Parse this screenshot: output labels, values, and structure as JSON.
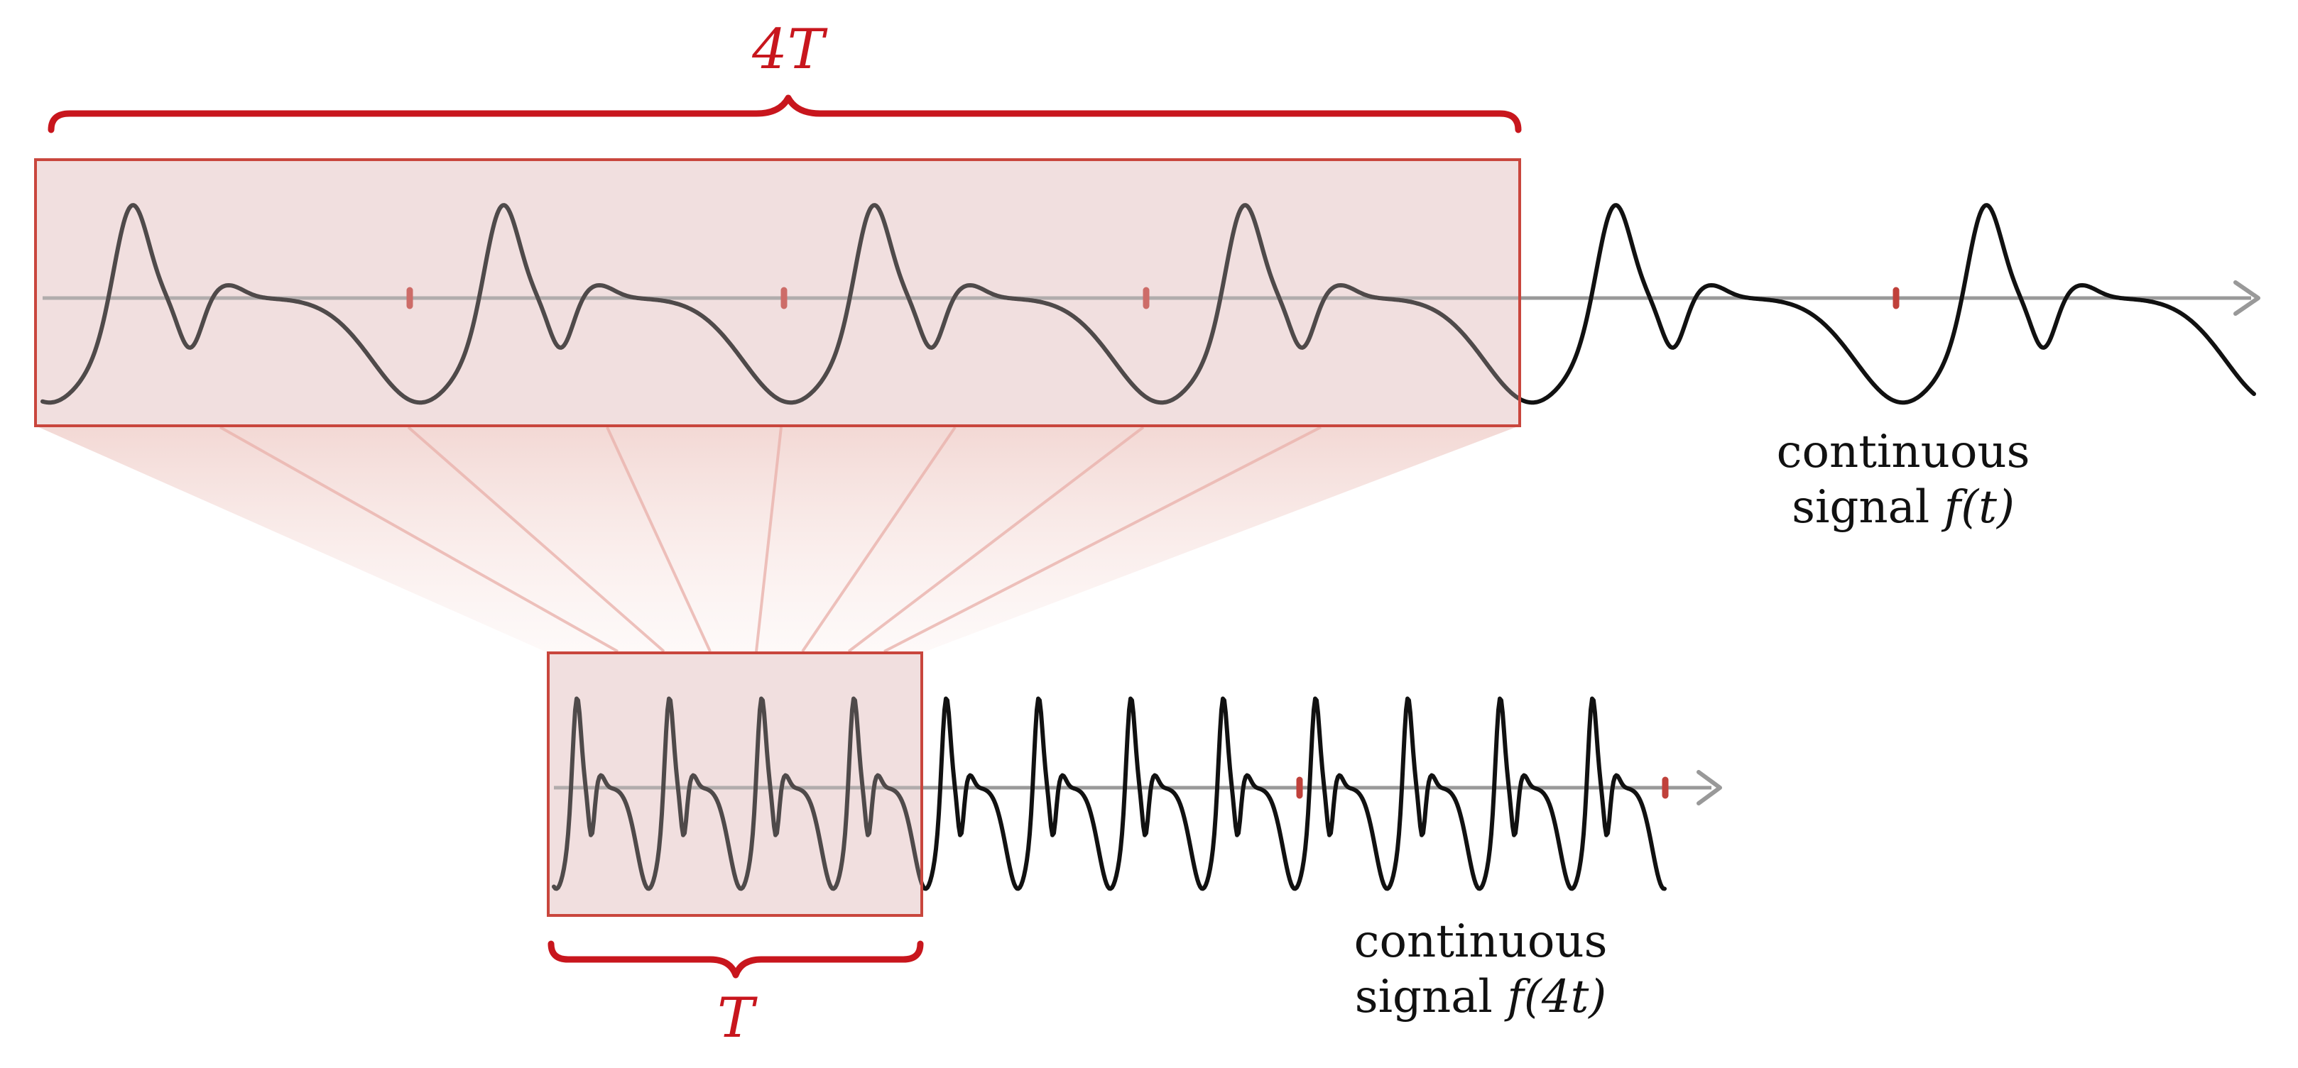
{
  "top_signal": {
    "label_line1": "continuous",
    "label_line2_prefix": "signal ",
    "label_line2_math": "f(t)",
    "window_label": "4T"
  },
  "bottom_signal": {
    "label_line1": "continuous",
    "label_line2_prefix": "signal ",
    "label_line2_math": "f(4t)",
    "window_label": "T"
  },
  "colors": {
    "accent": "#c8161d",
    "window_fill": "#f2dfe0",
    "window_stroke": "#c9463d",
    "axis": "#999999",
    "curve": "#111111",
    "tick": "#c0413b"
  }
}
